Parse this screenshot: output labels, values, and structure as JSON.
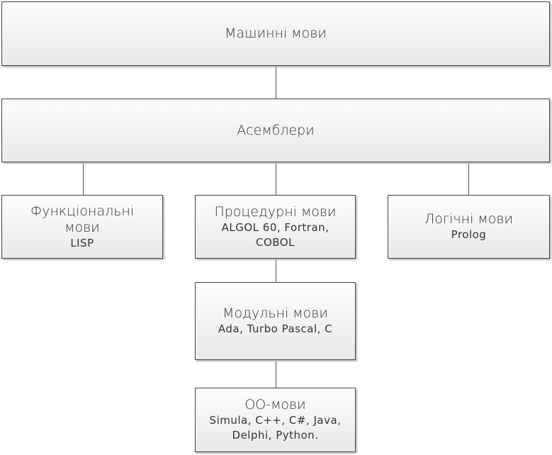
{
  "nodes": {
    "machine": {
      "title": "Машинні мови"
    },
    "assembler": {
      "title": "Асемблери"
    },
    "functional": {
      "title": "Функціональні мови",
      "examples": "LISP"
    },
    "procedural": {
      "title": "Процедурні мови",
      "examples_1": "ALGOL 60, Fortran,",
      "examples_2": "COBOL"
    },
    "logical": {
      "title": "Логічні мови",
      "examples": "Prolog"
    },
    "modular": {
      "title": "Модульні мови",
      "examples": "Ada, Turbo Pascal, C"
    },
    "oo": {
      "title": "ОО-мови",
      "examples_1": "Simula, C++, C#, Java,",
      "examples_2": "Delphi, Python."
    }
  }
}
